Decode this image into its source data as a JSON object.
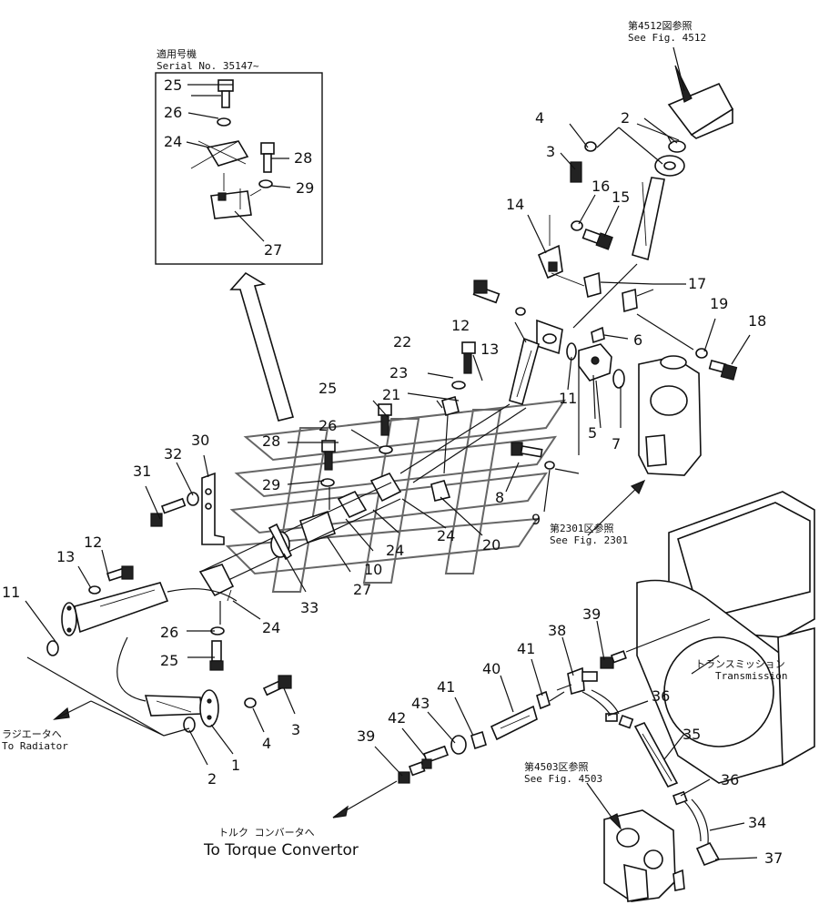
{
  "notes": {
    "inset_jp": "適用号機",
    "inset_en": "Serial  No. 35147~",
    "fig4512_jp": "第4512図参照",
    "fig4512_en": "See  Fig. 4512",
    "fig2301_jp": "第2301区参照",
    "fig2301_en": "See  Fig. 2301",
    "fig4503_jp": "第4503区参照",
    "fig4503_en": "See  Fig. 4503",
    "radiator_jp": "ラジエータへ",
    "radiator_en": "To  Radiator",
    "transmission_jp": "トランスミッション",
    "transmission_en": "Transmission",
    "torque_jp": "トルク  コンバータへ",
    "torque_en": "To Torque Convertor"
  },
  "part_numbers": {
    "p1": "1",
    "p2": "2",
    "p3": "3",
    "p4": "4",
    "p5": "5",
    "p6": "6",
    "p7": "7",
    "p8": "8",
    "p9": "9",
    "p10": "10",
    "p11": "11",
    "p12": "12",
    "p13": "13",
    "p14": "14",
    "p15": "15",
    "p16": "16",
    "p17": "17",
    "p18": "18",
    "p19": "19",
    "p20": "20",
    "p21": "21",
    "p22": "22",
    "p23": "23",
    "p24": "24",
    "p25": "25",
    "p26": "26",
    "p27": "27",
    "p28": "28",
    "p29": "29",
    "p30": "30",
    "p31": "31",
    "p32": "32",
    "p33": "33",
    "p34": "34",
    "p35": "35",
    "p36": "36",
    "p37": "37",
    "p38": "38",
    "p39": "39",
    "p40": "40",
    "p41": "41",
    "p42": "42",
    "p43": "43"
  }
}
